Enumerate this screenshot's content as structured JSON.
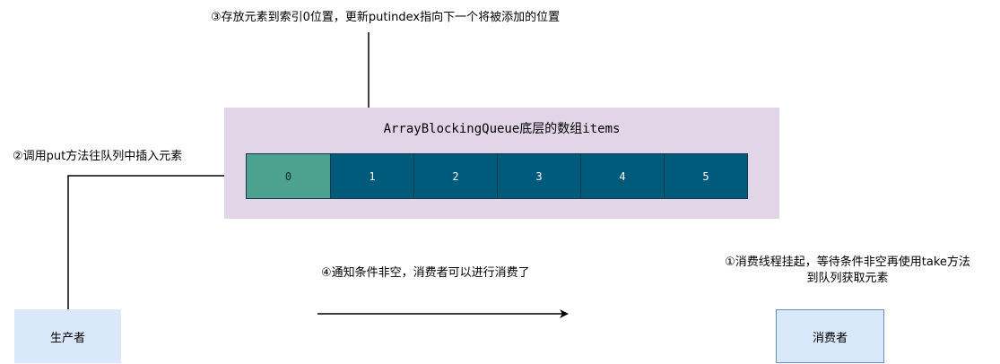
{
  "step3_label": "③存放元素到索引0位置，更新putindex指向下一个将被添加的位置",
  "queue": {
    "title": "ArrayBlockingQueue底层的数组items",
    "cells": [
      "0",
      "1",
      "2",
      "3",
      "4",
      "5"
    ],
    "highlight_index": 0
  },
  "step2_label": "②调用put方法往队列中插入元素",
  "step4_label": "④通知条件非空，消费者可以进行消费了",
  "step1_label_line1": "①消费线程挂起，等待条件非空再使用take方法",
  "step1_label_line2": "到队列获取元素",
  "producer_label": "生产者",
  "consumer_label": "消费者",
  "colors": {
    "queue_background": "#e1d5e7",
    "cell_fill": "#005a7c",
    "highlight_fill": "#4da28f",
    "box_fill": "#dae8fc"
  }
}
